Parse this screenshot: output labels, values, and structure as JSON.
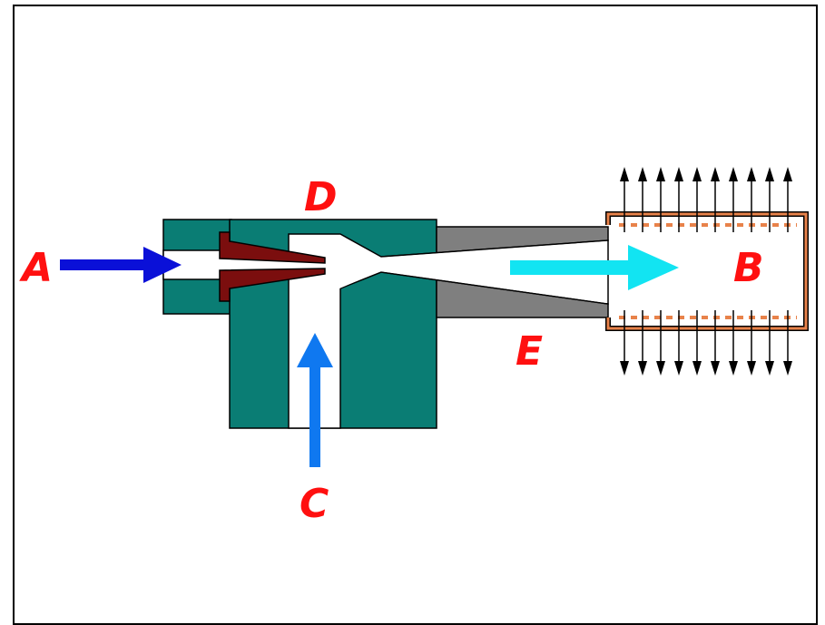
{
  "labels": {
    "a": "A",
    "b": "B",
    "c": "C",
    "d": "D",
    "e": "E"
  },
  "colors": {
    "body": "#0a7d74",
    "nozzle": "#7b0e0e",
    "diffuser": "#7f7f7f",
    "jacket": "#e8824a",
    "arrow_a": "#0a10d8",
    "arrow_b": "#12e4f2",
    "arrow_c": "#0f78f0",
    "label": "#ff1010"
  }
}
